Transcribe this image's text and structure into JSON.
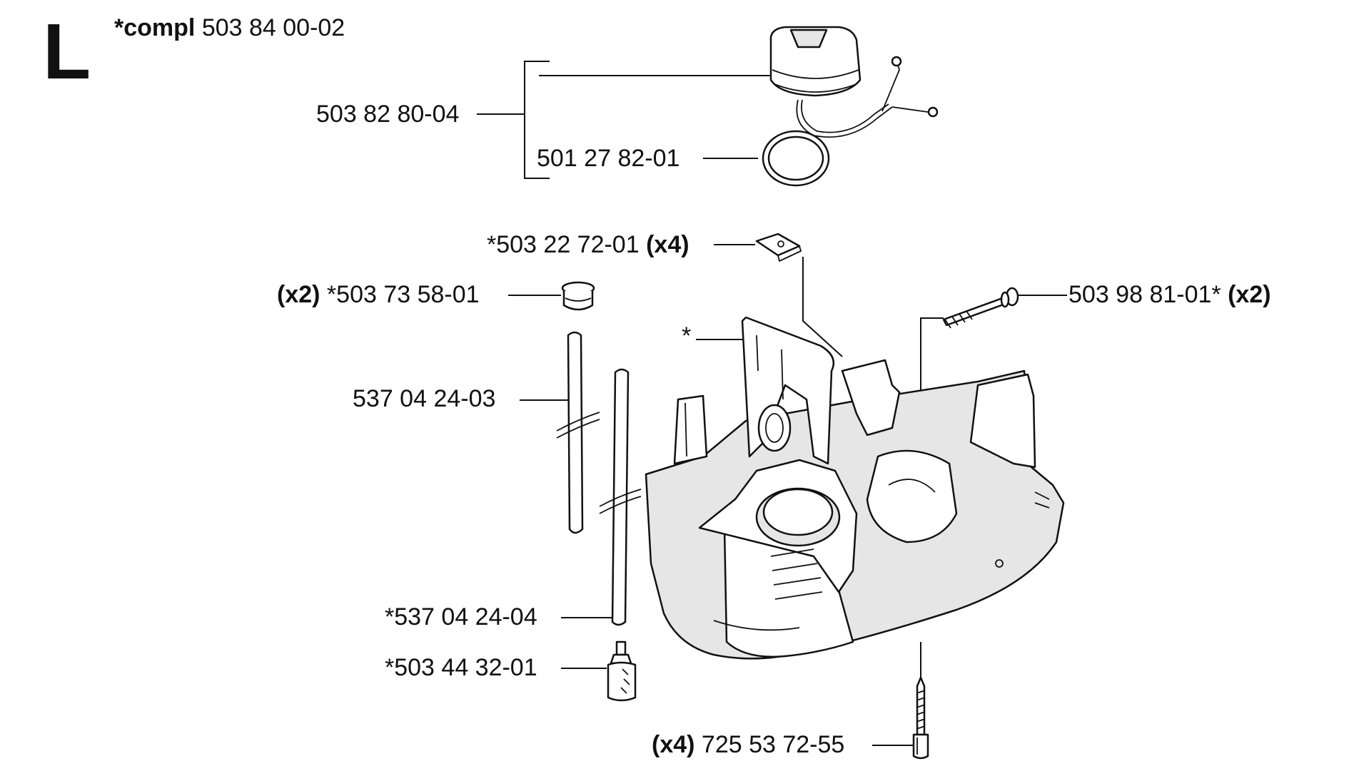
{
  "header": {
    "sheet_letter": "L",
    "compl_prefix": "*compl",
    "compl_number": "503 84 00-02"
  },
  "labels": {
    "cap_assy": {
      "number": "503 82 80-04"
    },
    "o_ring": {
      "number": "501 27 82-01"
    },
    "clip": {
      "number": "*503 22 72-01",
      "qty": "(x4)"
    },
    "grommet": {
      "qty": "(x2)",
      "number": "*503 73 58-01"
    },
    "bolt": {
      "number": "503 98 81-01*",
      "qty": "(x2)"
    },
    "tank_mark": {
      "text": "*"
    },
    "hose_a": {
      "number": "537 04 24-03"
    },
    "hose_b": {
      "number": "*537 04 24-04"
    },
    "filter": {
      "number": "*503 44 32-01"
    },
    "screw": {
      "qty": "(x4)",
      "number": "725 53 72-55"
    }
  }
}
